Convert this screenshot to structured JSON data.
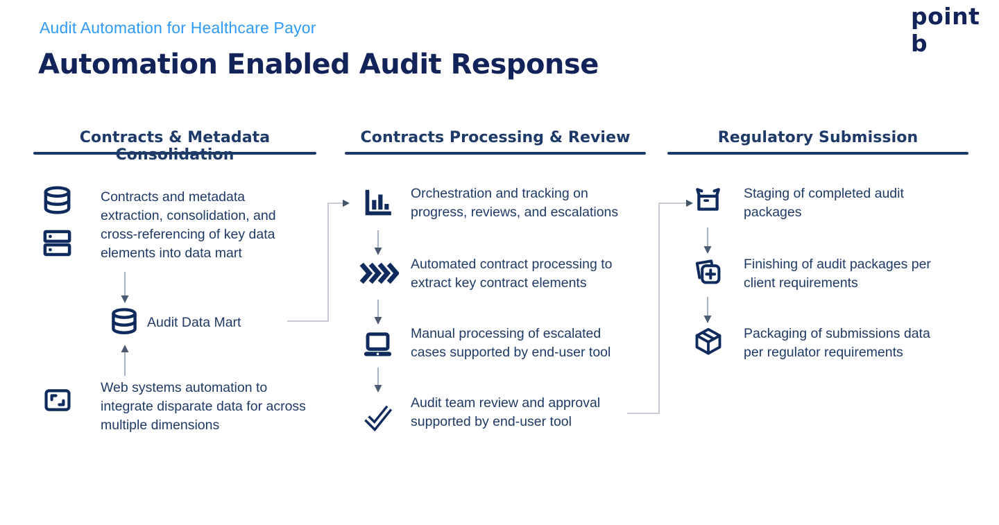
{
  "page": {
    "subtitle": "Audit Automation for Healthcare Payor",
    "title": "Automation Enabled Audit Response",
    "logo": "point b"
  },
  "colors": {
    "navy_title": "#12235a",
    "navy_icon": "#0f2a5c",
    "navy_text": "#1e3a66",
    "accent_blue": "#2f9bf7",
    "arrow_gray": "#9aa7b8",
    "arrowhead_gray": "#4a5a72",
    "connector_gray": "#b4bcc7"
  },
  "columns": [
    {
      "header": "Contracts & Metadata Consolidation",
      "items": [
        {
          "icons": [
            "database-icon",
            "server-icon"
          ],
          "lines": [
            "Contracts and metadata",
            "extraction, consolidation, and",
            "cross-referencing of key data",
            "elements into data mart"
          ]
        },
        {
          "icons": [
            "database-icon"
          ],
          "lines": [
            "Audit Data Mart"
          ]
        },
        {
          "icons": [
            "web-frame-icon"
          ],
          "lines": [
            "Web systems automation to",
            "integrate disparate data for across",
            "multiple dimensions"
          ]
        }
      ]
    },
    {
      "header": "Contracts Processing & Review",
      "items": [
        {
          "icons": [
            "bar-chart-icon"
          ],
          "lines": [
            "Orchestration and tracking on",
            "progress, reviews, and escalations"
          ]
        },
        {
          "icons": [
            "chevrons-icon"
          ],
          "lines": [
            "Automated contract processing to",
            "extract key contract elements"
          ]
        },
        {
          "icons": [
            "laptop-icon"
          ],
          "lines": [
            "Manual processing of escalated",
            "cases supported by end-user tool"
          ]
        },
        {
          "icons": [
            "double-check-icon"
          ],
          "lines": [
            "Audit team review and approval",
            "supported by end-user tool"
          ]
        }
      ]
    },
    {
      "header": "Regulatory Submission",
      "items": [
        {
          "icons": [
            "open-box-icon"
          ],
          "lines": [
            "Staging of completed audit",
            "packages"
          ]
        },
        {
          "icons": [
            "add-pages-icon"
          ],
          "lines": [
            "Finishing of audit packages per",
            "client requirements"
          ]
        },
        {
          "icons": [
            "package-icon"
          ],
          "lines": [
            "Packaging of submissions data",
            "per regulator requirements"
          ]
        }
      ]
    }
  ]
}
